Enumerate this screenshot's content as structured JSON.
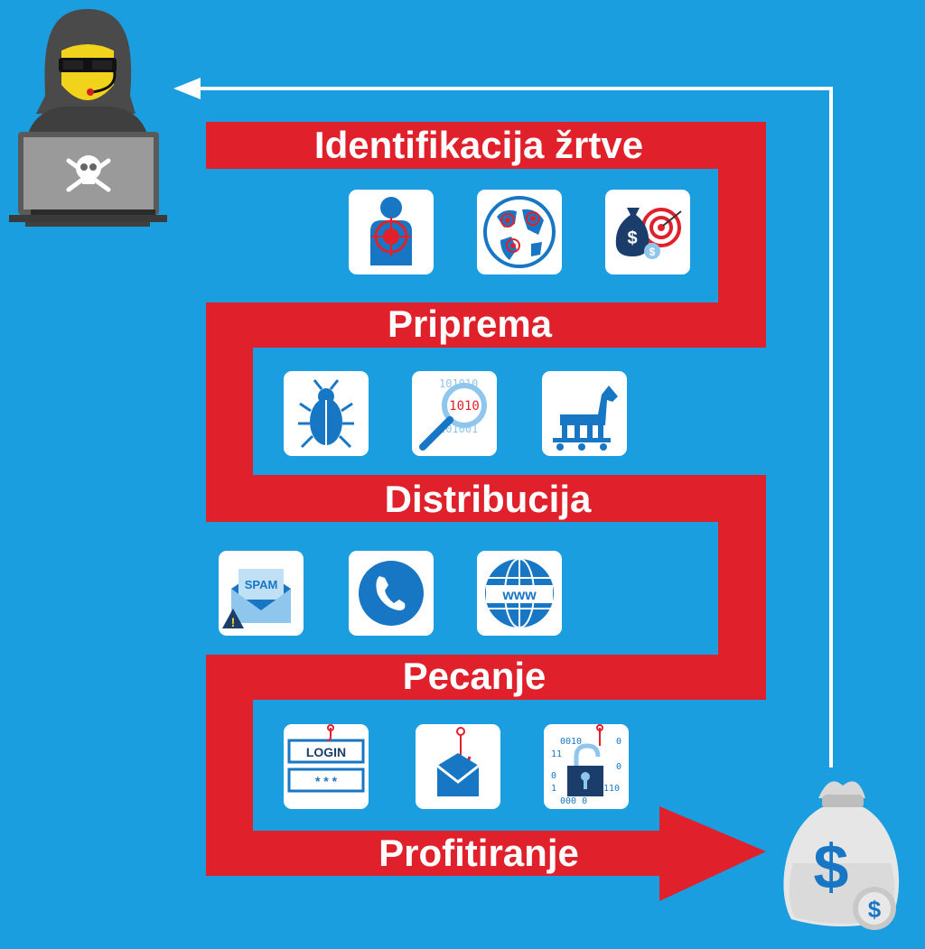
{
  "stages": [
    {
      "id": "identifikacija",
      "label": "Identifikacija žrtve",
      "icons": [
        "person-target-icon",
        "globe-target-icon",
        "money-bag-target-icon"
      ]
    },
    {
      "id": "priprema",
      "label": "Priprema",
      "icons": [
        "bug-icon",
        "binary-magnifier-icon",
        "trojan-horse-icon"
      ]
    },
    {
      "id": "distribucija",
      "label": "Distribucija",
      "icons": [
        "spam-envelope-icon",
        "phone-icon",
        "www-globe-icon"
      ]
    },
    {
      "id": "pecanje",
      "label": "Pecanje",
      "icons": [
        "login-form-icon",
        "hooked-envelope-icon",
        "hooked-lock-icon"
      ]
    },
    {
      "id": "profitiranje",
      "label": "Profitiranje",
      "icons": []
    }
  ],
  "icon_text": {
    "spam": "SPAM",
    "www": "www",
    "login": "LOGIN",
    "password": "* * *",
    "binary_top": "101010",
    "binary_mid": "1010",
    "binary_bottom": "101001",
    "lock_binary": [
      "0010",
      "11",
      "0",
      "0",
      "1",
      "110",
      "0",
      "000 0"
    ]
  },
  "figures": {
    "hacker": "hacker-icon",
    "laptop_symbol": "skull-crossbones-icon",
    "money_bag": "money-bag-icon",
    "currency_symbol": "$"
  },
  "colors": {
    "background": "#1a9ee0",
    "path_red": "#e0202a",
    "icon_blue": "#1777c4",
    "card_white": "#ffffff",
    "hacker_face": "#f2d31c",
    "hoodie": "#4a4a4a"
  }
}
